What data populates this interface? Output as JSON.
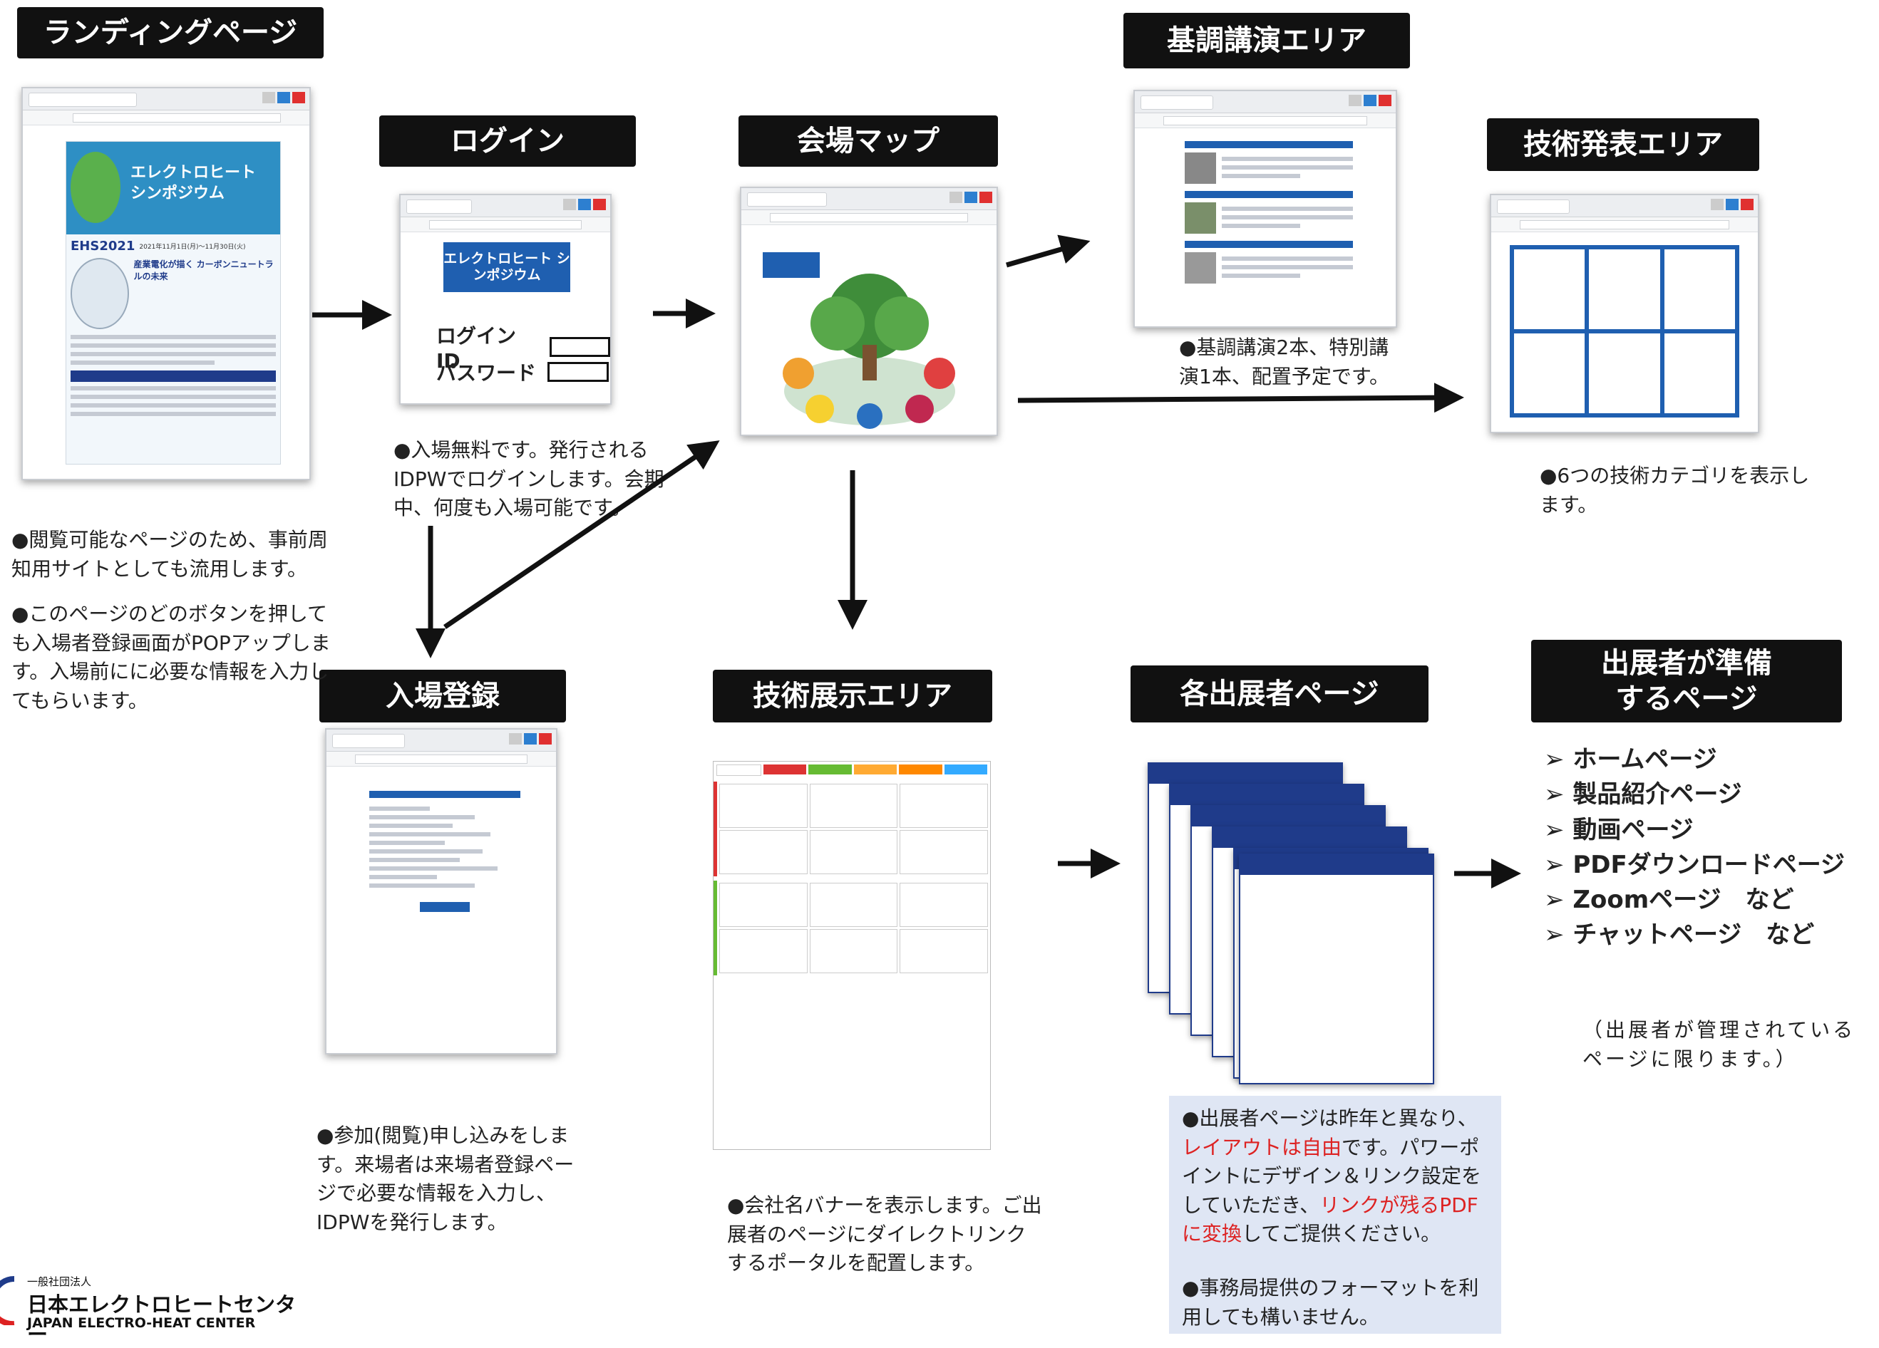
{
  "labels": {
    "landing": "ランディングページ",
    "login": "ログイン",
    "venue_map": "会場マップ",
    "keynote": "基調講演エリア",
    "tech_presentation": "技術発表エリア",
    "registration": "入場登録",
    "tech_exhibition": "技術展示エリア",
    "exhibitor_pages": "各出展者ページ",
    "exhibitor_prepared": "出展者が準備\nするページ"
  },
  "login_form": {
    "id_label": "ログインID",
    "pw_label": "パスワード"
  },
  "notes": {
    "landing_1": "●閲覧可能なページのため、事前周知用サイトとしても流用します。",
    "landing_2": "●このページのどのボタンを押しても入場者登録画面がPOPアップします。入場前にに必要な情報を入力してもらいます。",
    "login": "●入場無料です。発行されるIDPWでログインします。会期中、何度も入場可能です。",
    "keynote": "●基調講演2本、特別講演1本、配置予定です。",
    "tech_presentation": "●6つの技術カテゴリを表示します。",
    "registration": "●参加(閲覧)申し込みをします。来場者は来場者登録ページで必要な情報を入力し、IDPWを発行します。",
    "tech_exhibition": "●会社名バナーを表示します。ご出展者のページにダイレクトリンクするポータルを配置します。",
    "exhibitor_1a": "●出展者ページは昨年と異なり、",
    "exhibitor_1b": "レイアウトは自由",
    "exhibitor_1c": "です。パワーポイントにデザイン＆リンク設定をしていただき、",
    "exhibitor_1d": "リンクが残るPDFに変換",
    "exhibitor_1e": "してご提供ください。",
    "exhibitor_2": "●事務局提供のフォーマットを利用しても構いません。",
    "exhibitor_managed": "（出展者が管理されているページに限ります。）"
  },
  "exhibitor_list": [
    "ホームページ",
    "製品紹介ページ",
    "動画ページ",
    "PDFダウンロードページ",
    "Zoomページ　など"
  ],
  "exhibitor_list_chat": "チャットページ　など",
  "flyer": {
    "title": "エレクトロヒート シンポジウム",
    "ehs": "EHS2021",
    "dates": "2021年11月1日(月)〜11月30日(火)",
    "tagline": "産業電化が描く カーボンニュートラルの未来"
  },
  "login_banner": "エレクトロヒート シンポジウム",
  "logo": {
    "org_small": "一般社団法人",
    "org_ja": "日本エレクトロヒートセンター",
    "org_en": "JAPAN ELECTRO-HEAT CENTER"
  },
  "colors": {
    "label_bg": "#111111",
    "note_box": "#dfe6f4",
    "accent_red": "#dd2222",
    "brand_blue": "#1f3b8a"
  }
}
